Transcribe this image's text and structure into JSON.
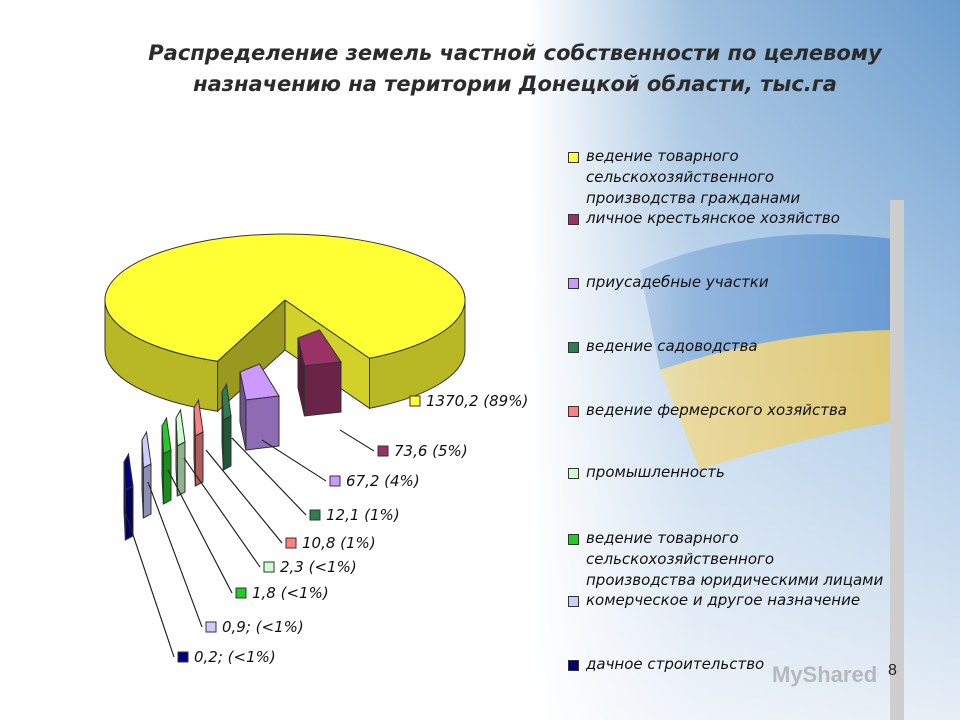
{
  "title_lines": [
    "Распределение земель частной собственности по целевому",
    "назначению на територии Донецкой области, тыс.га"
  ],
  "slide_number": "8",
  "watermark": "MyShared",
  "chart_data": {
    "type": "pie",
    "title": "Распределение земель частной собственности по целевому назначению на територии Донецкой области, тыс.га",
    "legend_position": "right",
    "slices": [
      {
        "category": "ведение товарного\nсельскохозяйственного\nпроизводства гражданами",
        "value": 1370.2,
        "label": "1370,2  (89%)",
        "color": "#ffff33"
      },
      {
        "category": "личное крестьянское хозяйство",
        "value": 73.6,
        "label": "73,6 (5%)",
        "color": "#993366"
      },
      {
        "category": "приусадебные участки",
        "value": 67.2,
        "label": "67,2  (4%)",
        "color": "#cc99ff"
      },
      {
        "category": "ведение садоводства",
        "value": 12.1,
        "label": "12,1  (1%)",
        "color": "#2e7d4f"
      },
      {
        "category": "ведение  фермерского хозяйства",
        "value": 10.8,
        "label": "10,8  (1%)",
        "color": "#ff8080"
      },
      {
        "category": "промышленность",
        "value": 2.3,
        "label": "2,3  (<1%)",
        "color": "#ccffcc"
      },
      {
        "category": "ведение товарного\nсельскохозяйственного\nпроизводства юридическими лицами",
        "value": 1.8,
        "label": "1,8  (<1%)",
        "color": "#22cc22"
      },
      {
        "category": "комерческое и другое назначение",
        "value": 0.9,
        "label": "0,9;  (<1%)",
        "color": "#ccccff"
      },
      {
        "category": "дачное строительство",
        "value": 0.2,
        "label": "0,2;  (<1%)",
        "color": "#000080"
      }
    ]
  }
}
